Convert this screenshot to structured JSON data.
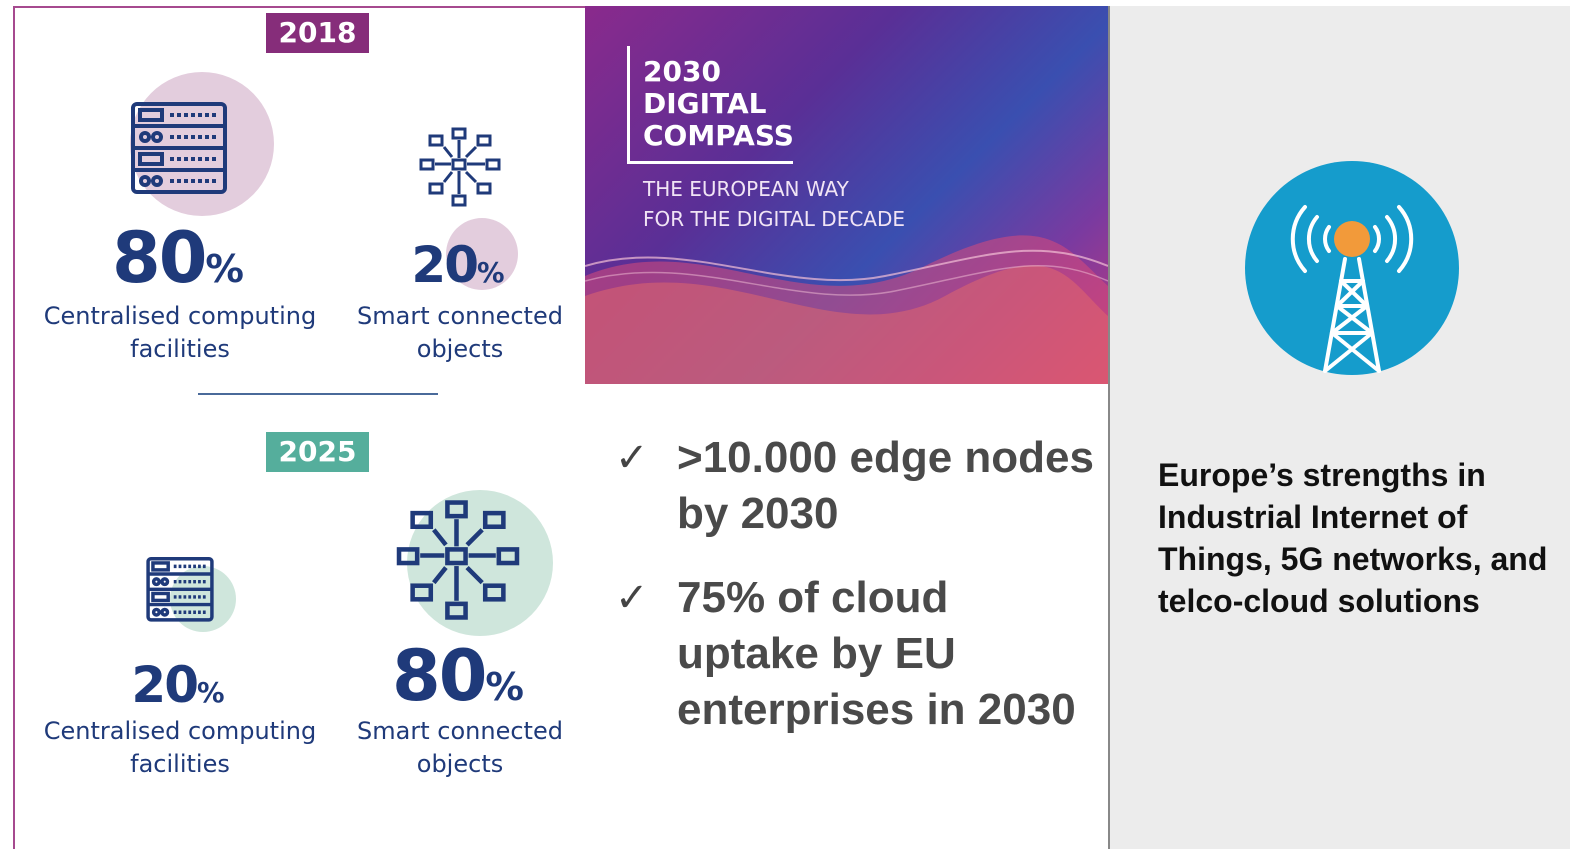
{
  "colors": {
    "year_2018": "#862d7a",
    "year_2025": "#55ae9c",
    "stat_text": "#1f3a7a",
    "circle_pink": "#e3cddd",
    "circle_green": "#cfe6dc",
    "tower_blue": "#159ccc",
    "tower_orange": "#f29a3a"
  },
  "section_2018": {
    "year": "2018",
    "centralised": {
      "value": "80",
      "unit": "%",
      "label_line1": "Centralised computing",
      "label_line2": "facilities"
    },
    "smart": {
      "value": "20",
      "unit": "%",
      "label_line1": "Smart connected",
      "label_line2": "objects"
    }
  },
  "section_2025": {
    "year": "2025",
    "centralised": {
      "value": "20",
      "unit": "%",
      "label_line1": "Centralised computing",
      "label_line2": "facilities"
    },
    "smart": {
      "value": "80",
      "unit": "%",
      "label_line1": "Smart connected",
      "label_line2": "objects"
    }
  },
  "banner": {
    "title_line1": "2030",
    "title_line2": "DIGITAL",
    "title_line3": "COMPASS",
    "subtitle_line1": "THE EUROPEAN WAY",
    "subtitle_line2": "FOR THE DIGITAL DECADE"
  },
  "bullets": [
    {
      "check": "✓",
      "text": ">10.000 edge nodes by 2030"
    },
    {
      "check": "✓",
      "text": "75% of cloud uptake by EU enterprises in 2030"
    }
  ],
  "right_panel": {
    "text": "Europe’s strengths in Industrial Internet of Things, 5G networks, and telco-cloud solutions"
  },
  "icons": {
    "server_icon": "server-rack-icon",
    "network_icon": "connected-devices-icon",
    "tower_icon": "antenna-tower-icon"
  }
}
